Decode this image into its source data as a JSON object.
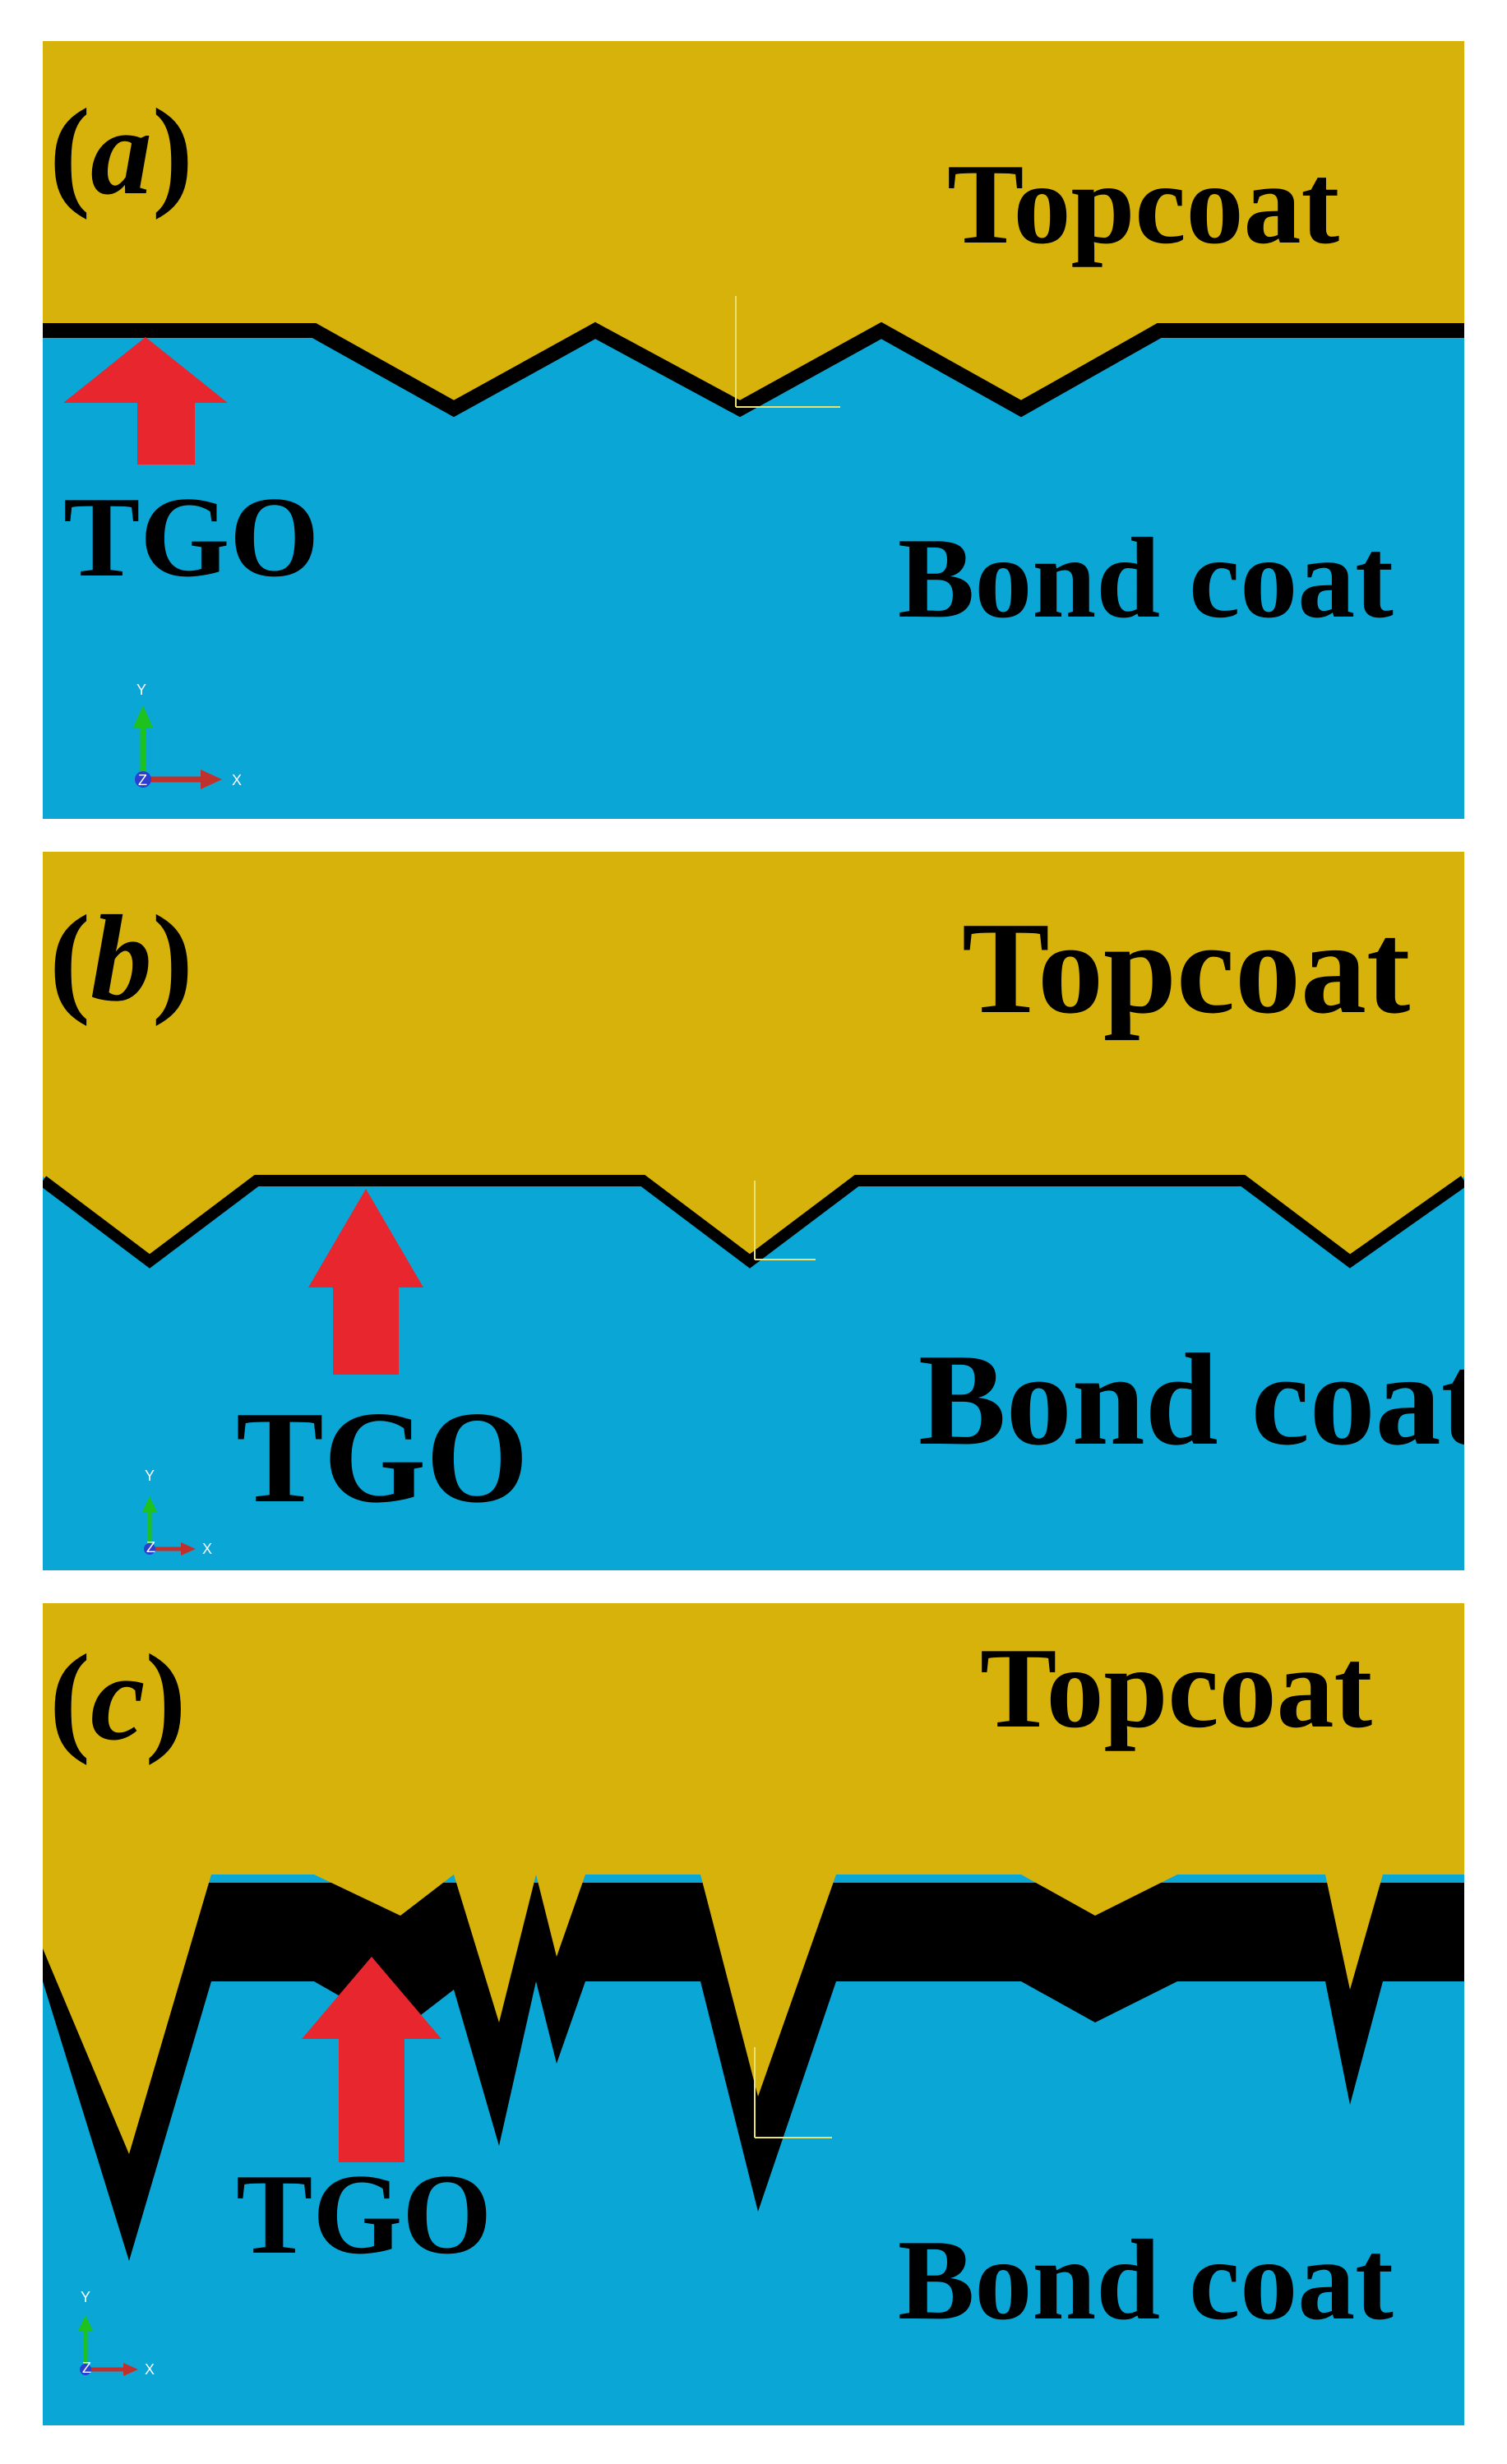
{
  "colors": {
    "topcoat": "#d6b20a",
    "bond_coat": "#0aa7d6",
    "tgo": "#000000",
    "arrow": "#e8262d",
    "axis_y": "#1ec21e",
    "axis_x": "#c0302c",
    "axis_z": "#2a3fd0"
  },
  "panels": [
    {
      "letter_open": "(",
      "letter": "a",
      "letter_close": ")",
      "topcoat_label": "Topcoat",
      "bond_coat_label": "Bond coat",
      "tgo_label": "TGO",
      "axis": {
        "y": "Y",
        "x": "X",
        "z": "Z"
      }
    },
    {
      "letter_open": "(",
      "letter": "b",
      "letter_close": ")",
      "topcoat_label": "Topcoat",
      "bond_coat_label": "Bond coat",
      "tgo_label": "TGO",
      "axis": {
        "y": "Y",
        "x": "X",
        "z": "Z"
      }
    },
    {
      "letter_open": "(",
      "letter": "c",
      "letter_close": ")",
      "topcoat_label": "Topcoat",
      "bond_coat_label": "Bond coat",
      "tgo_label": "TGO",
      "axis": {
        "y": "Y",
        "x": "X",
        "z": "Z"
      }
    }
  ]
}
